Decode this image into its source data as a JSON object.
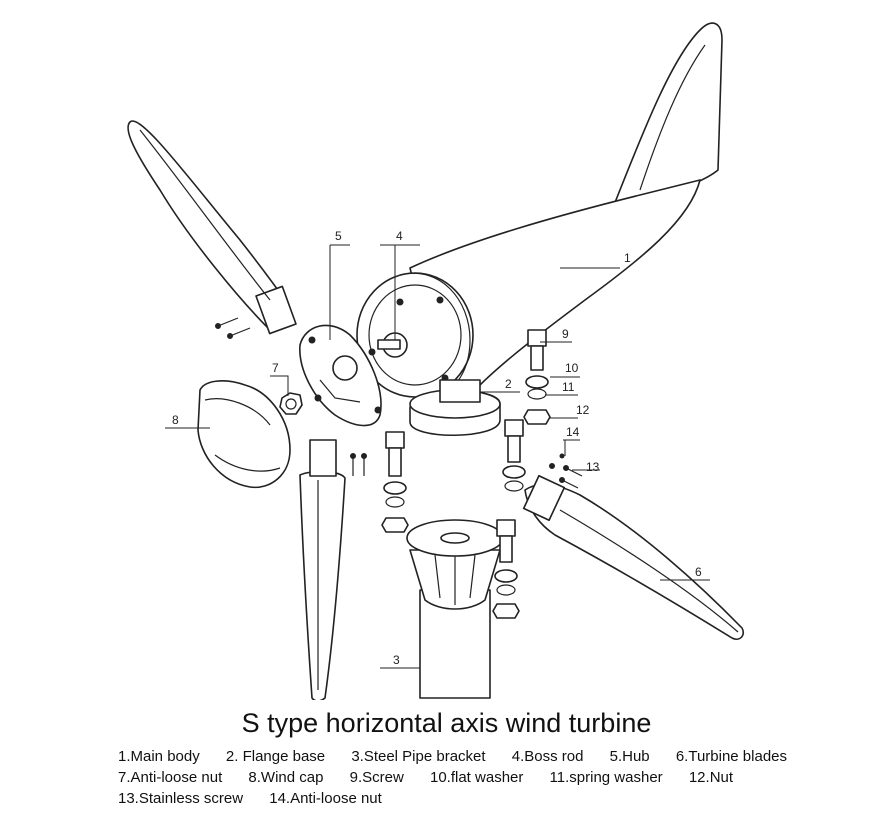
{
  "title": "S type horizontal axis wind turbine",
  "callouts": [
    "1",
    "2",
    "3",
    "4",
    "5",
    "6",
    "7",
    "8",
    "9",
    "10",
    "11",
    "12",
    "13",
    "14"
  ],
  "legend": {
    "rows": [
      [
        "1.Main body",
        "2. Flange base",
        "3.Steel Pipe bracket",
        "4.Boss rod",
        "5.Hub",
        "6.Turbine blades"
      ],
      [
        "7.Anti-loose  nut",
        "8.Wind cap",
        "9.Screw",
        "10.flat  washer",
        "11.spring  washer",
        "12.Nut"
      ],
      [
        "13.Stainless screw",
        "14.Anti-loose nut"
      ]
    ]
  }
}
